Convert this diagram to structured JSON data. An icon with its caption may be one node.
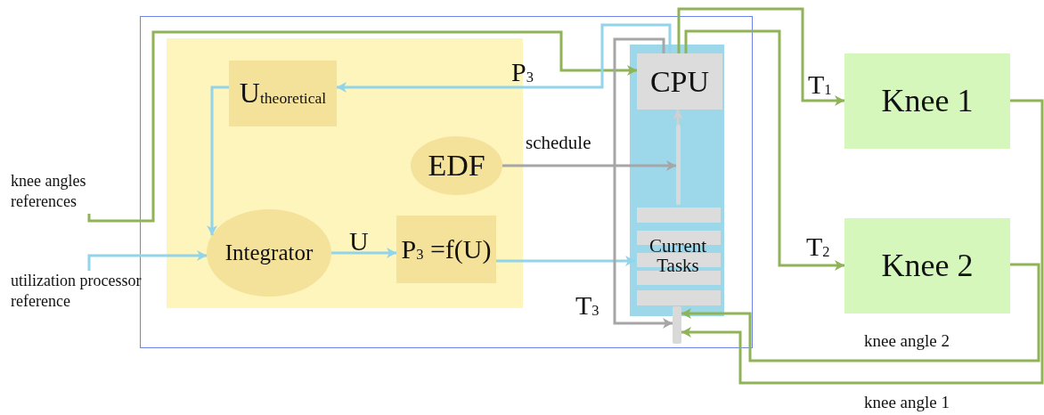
{
  "diagram": {
    "nodes": [
      {
        "text": [],
        "shape": "box"
      },
      {
        "text": [],
        "shape": "box",
        "in": 0
      },
      {
        "text": [
          "U$_{theoretical}$"
        ],
        "in": 1
      },
      {
        "text": [
          "EDF"
        ],
        "in": 1
      },
      {
        "text": [
          "Integrator"
        ],
        "in": 1
      },
      {
        "text": [
          "P$_{3}$ =f(U)"
        ],
        "in": 1
      },
      {
        "text": [],
        "shape": "box",
        "in": 0
      },
      {
        "text": [
          "CPU"
        ],
        "in": 6
      },
      {
        "text": [],
        "shape": "bar",
        "in": 6
      },
      {
        "text": [
          "Current Tasks"
        ],
        "in": 6
      },
      {
        "text": [],
        "shape": "bar",
        "in": 0
      },
      {
        "text": [
          "Knee 1"
        ]
      },
      {
        "text": [
          "Knee 2"
        ]
      },
      {
        "text": [
          "knee angles references"
        ]
      },
      {
        "text": [
          "utilization processor reference"
        ]
      }
    ],
    "edges": [
      {
        "from": 13,
        "to": 7,
        "arrow": "to"
      },
      {
        "from": 14,
        "to": 4,
        "arrow": "to",
        "color": "#92d4ea"
      },
      {
        "from": 2,
        "to": 4,
        "arrow": "to",
        "color": "#92d4ea"
      },
      {
        "from": 4,
        "to": 5,
        "arrow": "to",
        "label": "U",
        "color": "#92d4ea"
      },
      {
        "from": 5,
        "to": 9,
        "arrow": "to",
        "color": "#92d4ea"
      },
      {
        "from": 7,
        "to": 2,
        "arrow": "to",
        "label": "P$_{3}$",
        "color": "#92d4ea"
      },
      {
        "from": 3,
        "to": 8,
        "arrow": "to",
        "label": "schedule",
        "color": "#a6a6a6"
      },
      {
        "from": 8,
        "to": 7,
        "arrow": "to",
        "color": "#d0d0d0"
      },
      {
        "from": 7,
        "to": 10,
        "arrow": "to",
        "label": "T$_{3}$",
        "color": "#a6a6a6"
      },
      {
        "from": 7,
        "to": 11,
        "arrow": "to",
        "label": "T$_{1}$"
      },
      {
        "from": 7,
        "to": 12,
        "arrow": "to",
        "label": "T$_{2}$"
      },
      {
        "from": 12,
        "to": 10,
        "arrow": "to",
        "label": "knee angle 2"
      },
      {
        "from": 11,
        "to": 10,
        "arrow": "to",
        "label": "knee angle 1"
      }
    ]
  }
}
